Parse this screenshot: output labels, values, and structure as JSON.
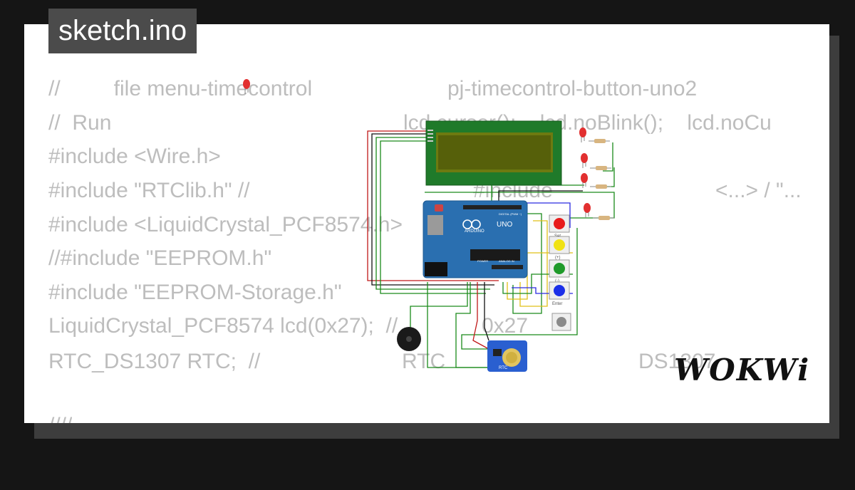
{
  "title": "sketch.ino",
  "logo": "WOKWi",
  "colors": {
    "background": "#151515",
    "card": "#ffffff",
    "code": "#bdbdbd",
    "title_bg": "#4b4b4b",
    "lcd_bezel": "#1f7a2a",
    "lcd_screen": "#6d7a10",
    "board": "#2a6fb0"
  },
  "code": {
    "l1a": "//         file menu-timecontrol",
    "l1b": "pj-timecontrol-button-uno2",
    "l2a": "//  Run",
    "l2b": "lcd.cursor();    lcd.noBlink();    lcd.noCu",
    "l3": "#include <Wire.h>",
    "l4a": "#include \"RTClib.h\" //",
    "l4b": "#include",
    "l4c": "<...> / \"...",
    "l5": "#include <LiquidCrystal_PCF8574.h>",
    "l6": "//#include \"EEPROM.h\"",
    "l7": "#include \"EEPROM-Storage.h\"",
    "l8a": "LiquidCrystal_PCF8574 lcd(0x27);  //",
    "l8b": "0x27",
    "l9a": "RTC_DS1307 RTC;  //",
    "l9b": "RTC",
    "l9c": "DS1307",
    "l10": "////////////////////P/////////////////////////////"
  },
  "board": {
    "uno_label": "UNO",
    "arduino_label": "ARDUINO",
    "digital_label": "DIGITAL (PWM ~)",
    "analog_label": "ANALOG IN",
    "power_label": "POWER"
  },
  "buttons": [
    {
      "label": "Set",
      "color": "#e81b1b"
    },
    {
      "label": "(+)",
      "color": "#f0e214"
    },
    {
      "label": "(-)",
      "color": "#1f9a2a"
    },
    {
      "label": "Enter",
      "color": "#1b2fe8"
    },
    {
      "label": "",
      "color": "#8a8a8a"
    }
  ],
  "rtc_label": "RTC"
}
